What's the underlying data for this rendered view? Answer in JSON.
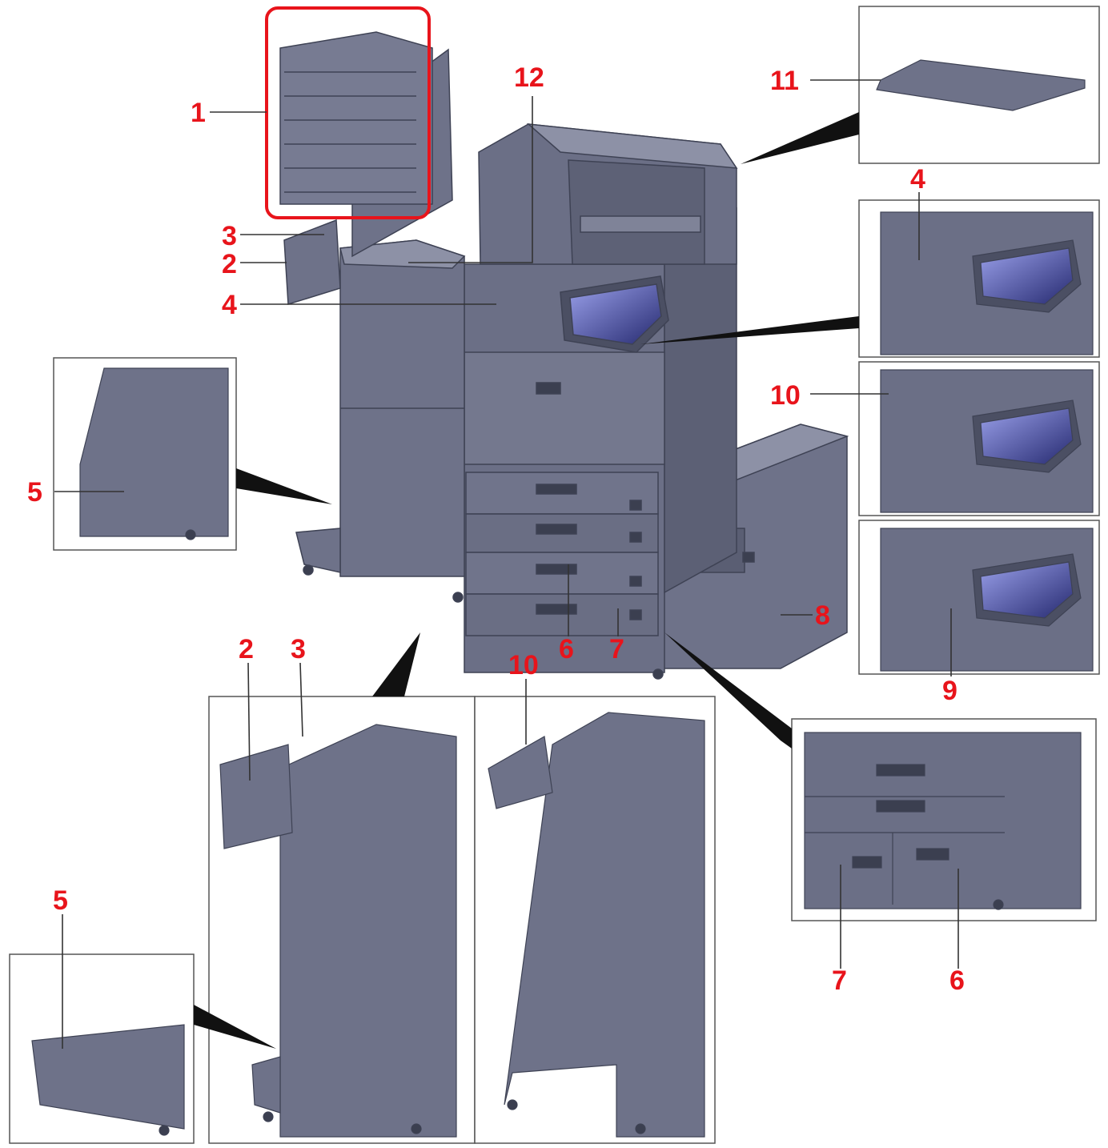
{
  "colors": {
    "callout": "#e8141b",
    "machine_body": "#6b6f86",
    "machine_light": "#8a8ea3",
    "machine_dark": "#454a5c",
    "screen_top": "#8a90e0",
    "screen_bottom": "#2c2f78",
    "highlight_box": "#e8141b",
    "frame": "#555555"
  },
  "callouts": {
    "c1": "1",
    "c2a": "2",
    "c3a": "3",
    "c4a": "4",
    "c12": "12",
    "c11": "11",
    "c4b": "4",
    "c10a": "10",
    "c5a": "5",
    "c6a": "6",
    "c7a": "7",
    "c8": "8",
    "c9": "9",
    "c2b": "2",
    "c3b": "3",
    "c10b": "10",
    "c5b": "5",
    "c7b": "7",
    "c6b": "6"
  },
  "icons": {
    "touch_panel": "touch-panel-icon",
    "paper_cassette": "paper-cassette-icon",
    "caster": "caster-wheel-icon"
  }
}
